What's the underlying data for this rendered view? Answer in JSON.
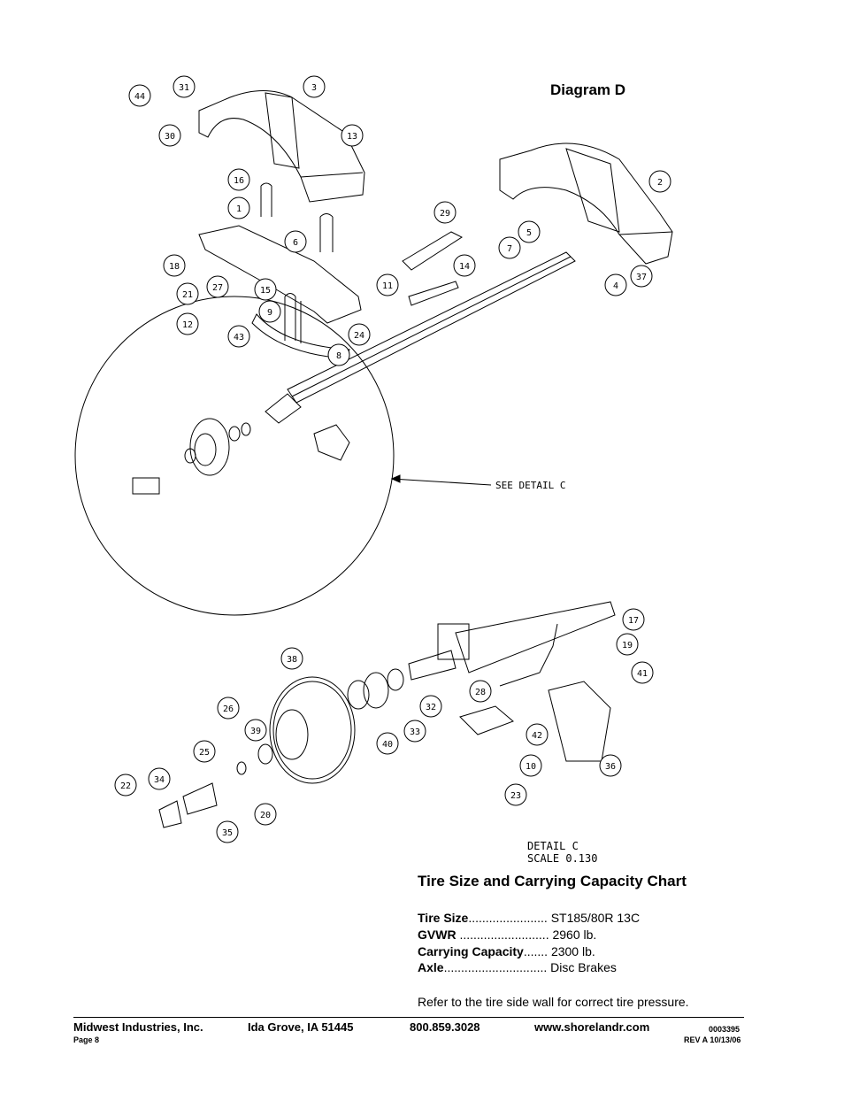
{
  "diagram": {
    "title": "Diagram D",
    "see_detail_label": "SEE DETAIL C",
    "detail_label": "DETAIL C",
    "scale_label": "SCALE 0.130",
    "callouts": [
      "44",
      "31",
      "3",
      "30",
      "13",
      "2",
      "16",
      "1",
      "29",
      "6",
      "7",
      "5",
      "18",
      "27",
      "21",
      "14",
      "11",
      "4",
      "37",
      "15",
      "9",
      "12",
      "43",
      "24",
      "8",
      "17",
      "19",
      "38",
      "41",
      "26",
      "39",
      "28",
      "32",
      "25",
      "33",
      "40",
      "42",
      "10",
      "36",
      "22",
      "34",
      "20",
      "35",
      "23"
    ]
  },
  "chart": {
    "title": "Tire Size and Carrying Capacity Chart",
    "rows": [
      {
        "label": "Tire Size",
        "dots": ".......................",
        "value": "ST185/80R 13C"
      },
      {
        "label": "GVWR",
        "dots": "..........................",
        "value": "2960 lb."
      },
      {
        "label": "Carrying Capacity",
        "dots": ".......",
        "value": "2300 lb."
      },
      {
        "label": "Axle",
        "dots": "..............................",
        "value": "Disc Brakes"
      }
    ],
    "note": "Refer to the tire side wall for correct tire pressure."
  },
  "footer": {
    "company": "Midwest Industries, Inc.",
    "city": "Ida Grove, IA  51445",
    "phone": "800.859.3028",
    "web": "www.shorelandr.com",
    "page": "Page 8",
    "doc_number": "0003395",
    "revision": "REV A  10/13/06"
  }
}
